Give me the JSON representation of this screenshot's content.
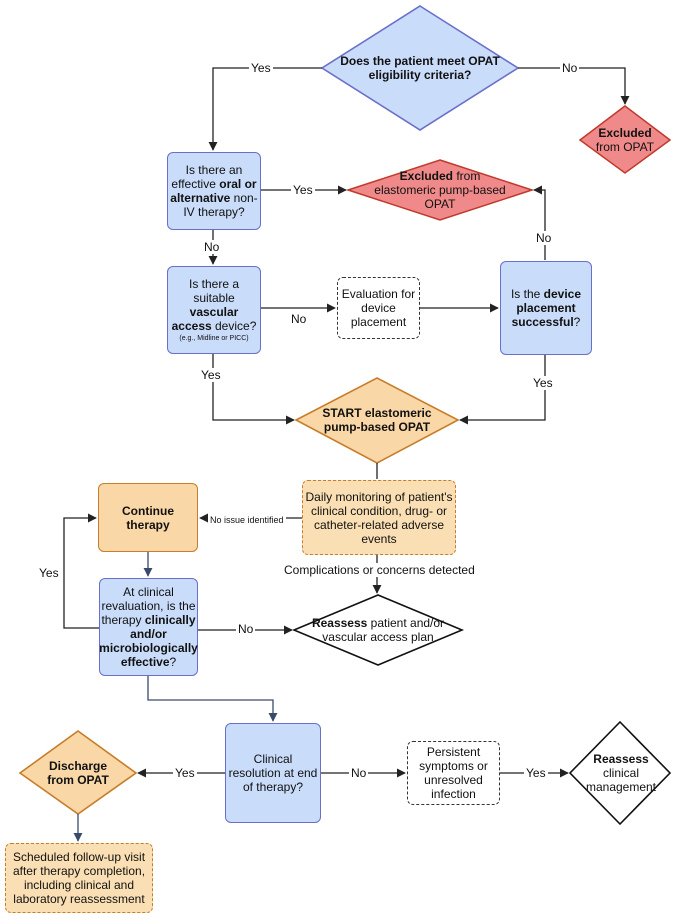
{
  "nodes": {
    "eligibility": {
      "pre": "",
      "bold": "Does the patient meet OPAT eligibility criteria?",
      "post": ""
    },
    "excluded_opat": {
      "pre": "",
      "bold": "Excluded",
      "post": " from OPAT"
    },
    "oral_therapy": {
      "pre": "Is there an effective ",
      "bold": "oral or alternative",
      "post": " non-IV therapy?"
    },
    "excluded_pump": {
      "pre": "",
      "bold": "Excluded",
      "post": " from elastomeric pump-based OPAT"
    },
    "vascular_access": {
      "pre": "Is there a suitable ",
      "bold": "vascular access",
      "post": " device?",
      "note": "(e.g., Midline or PICC)"
    },
    "evaluation": {
      "pre": "Evaluation for device placement",
      "bold": "",
      "post": ""
    },
    "device_success": {
      "pre": "Is the ",
      "bold": "device placement successful",
      "post": "?"
    },
    "start_pump": {
      "pre": "",
      "bold": "START elastomeric pump-based OPAT",
      "post": ""
    },
    "continue_therapy": {
      "pre": "",
      "bold": "Continue therapy",
      "post": ""
    },
    "daily_monitoring": {
      "pre": "Daily monitoring of patient's clinical condition, drug- or catheter-related adverse events",
      "bold": "",
      "post": ""
    },
    "revaluation": {
      "pre": "At clinical revaluation, is the therapy ",
      "bold": "clinically and/or microbiologically effective",
      "post": "?"
    },
    "reassess_plan": {
      "pre": "",
      "bold": "Reassess",
      "post": " patient and/or vascular access plan"
    },
    "clinical_resolution": {
      "pre": "Clinical resolution at end of therapy?",
      "bold": "",
      "post": ""
    },
    "persistent": {
      "pre": "Persistent symptoms or unresolved infection",
      "bold": "",
      "post": ""
    },
    "reassess_mgmt": {
      "pre": "",
      "bold": "Reassess",
      "post": " clinical management"
    },
    "discharge": {
      "pre": "",
      "bold": "Discharge from OPAT",
      "post": ""
    },
    "followup": {
      "pre": "Scheduled follow-up visit after therapy completion, including clinical and laboratory reassessment",
      "bold": "",
      "post": ""
    }
  },
  "edge_labels": {
    "elig_yes": "Yes",
    "elig_no": "No",
    "oral_yes": "Yes",
    "oral_no": "No",
    "vasc_no": "No",
    "vasc_yes": "Yes",
    "device_no": "No",
    "device_yes": "Yes",
    "no_issue": "No issue identified",
    "complications": "Complications or concerns detected",
    "reval_yes": "Yes",
    "reval_no": "No",
    "resolution_yes": "Yes",
    "resolution_no": "No",
    "persistent_yes": "Yes"
  },
  "colors": {
    "blue_fill": "#c9dcfa",
    "blue_border": "#6b6fc9",
    "orange_fill": "#f9d7a6",
    "orange_border": "#c77d2a",
    "red_fill": "#f08a8a",
    "red_border": "#c0392b",
    "arrow": "#222222",
    "arrow_blue": "#3a4a6b"
  }
}
